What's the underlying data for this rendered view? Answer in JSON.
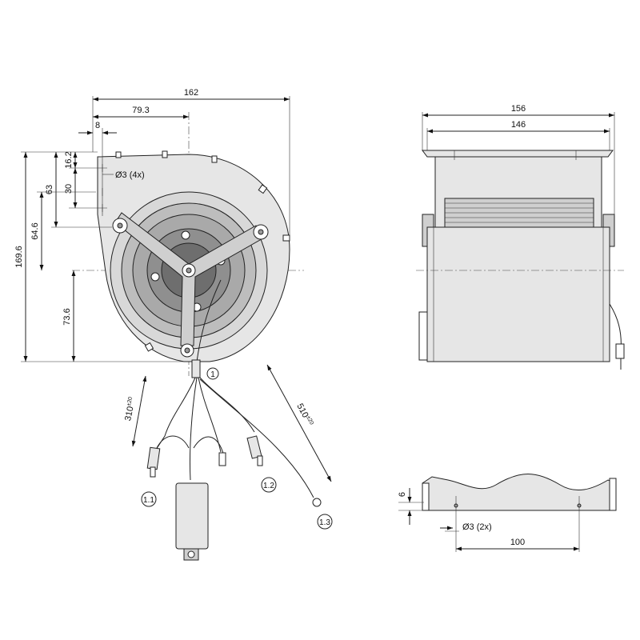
{
  "front_view": {
    "dims": {
      "overall_width": "162",
      "hub_offset": "79.3",
      "flange_offset": "8",
      "top_hole": "16.2",
      "hole_pitch": "30",
      "hole_note": "Ø3 (4x)",
      "top_to_axis_63": "63",
      "top_to_axis_64": "64.6",
      "overall_height": "169.6",
      "axis_to_bottom": "73.6"
    },
    "cable": {
      "main_length": "310",
      "main_tol": "±20",
      "long_length": "510",
      "long_tol": "±20"
    },
    "callouts": [
      "1",
      "1.1",
      "1.2",
      "1.3"
    ]
  },
  "side_view": {
    "dims": {
      "overall": "156",
      "inner": "146"
    }
  },
  "bottom_view": {
    "dims": {
      "depth": "6",
      "hole_note": "Ø3 (2x)",
      "hole_spacing": "100"
    }
  }
}
